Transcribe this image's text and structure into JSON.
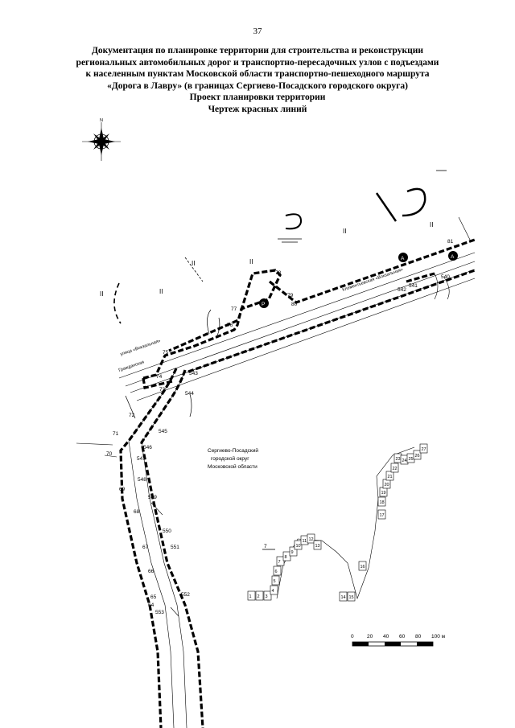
{
  "page_number": "37",
  "title_lines": [
    "Документация по планировке территории для строительства и реконструкции",
    "региональных автомобильных дорог и транспортно-пересадочных узлов с подъездами",
    "к населенным пунктам Московской области транспортно-пешеходного маршрута",
    "«Дорога в Лавру» (в границах Сергиево-Посадского городского округа)",
    "Проект планировки территории",
    "Чертеж красных линий"
  ],
  "north_label": "N",
  "zone_label": "II",
  "district_label": [
    "Сергиево-Посадский",
    "городской округ",
    "Московской области"
  ],
  "street_labels": [
    "улица «Вокзальная»",
    "Гражданская",
    "Клементьевская «Вокзальная»"
  ],
  "inset_label": "7",
  "marker_labels": {
    "a": "А",
    "p": "Р"
  },
  "points_left": [
    "64",
    "65",
    "66",
    "67",
    "68",
    "69",
    "70",
    "71",
    "72",
    "73",
    "74",
    "75",
    "76",
    "77",
    "78",
    "79",
    "80",
    "81"
  ],
  "points_right": [
    "540",
    "541",
    "542",
    "543",
    "544",
    "545",
    "546",
    "547",
    "548",
    "549",
    "550",
    "551",
    "552",
    "553"
  ],
  "inset_cells": [
    "1",
    "2",
    "3",
    "4",
    "5",
    "6",
    "7",
    "8",
    "9",
    "10",
    "11",
    "12",
    "13",
    "14",
    "15",
    "16",
    "17",
    "18",
    "19",
    "20",
    "21",
    "22",
    "23",
    "24",
    "25",
    "26",
    "27"
  ],
  "scale_ticks": [
    "0",
    "20",
    "40",
    "60",
    "80",
    "100 м"
  ]
}
